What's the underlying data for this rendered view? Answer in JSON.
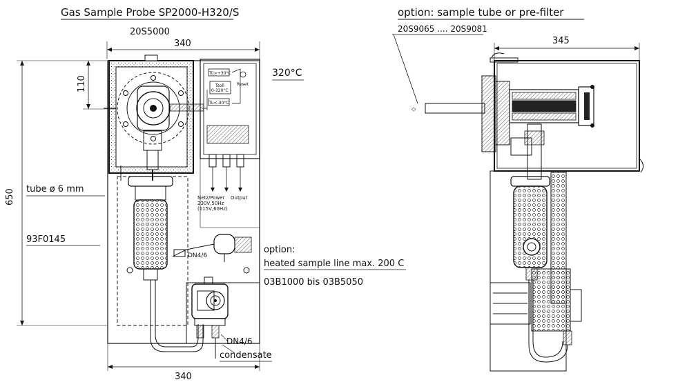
{
  "left_title": "Gas Sample Probe SP2000-H320/S",
  "right_title": "option: sample tube or pre-filter",
  "right_part_range": "20S9065 .... 20S9081",
  "part_top": "20S5000",
  "dim_width_top": "340",
  "dim_width_bottom": "340",
  "dim_height": "650",
  "dim_flange": "110",
  "dim_right_width": "345",
  "temperature": "320°C",
  "tube_label": "tube ø 6 mm",
  "filter_part": "93F0145",
  "option_label": "option:",
  "heated_line_label": "heated sample line max. 200 C",
  "heated_line_parts": "03B1000 bis 03B5050",
  "dn_upper": "DN4/6",
  "dn_lower": "DN4/6",
  "condensate_label": "condensate",
  "power_line1": "Netz/Power",
  "power_line2": "230V,50Hz",
  "power_line3": "(115V,60Hz)",
  "output_label": "Output",
  "ctrl_tc1": "Tü>+30°C",
  "ctrl_tc2": "Tsoll",
  "ctrl_tc3": "0-320°C",
  "ctrl_tc4": "Tu<-30°C",
  "ctrl_reset": "Reset"
}
